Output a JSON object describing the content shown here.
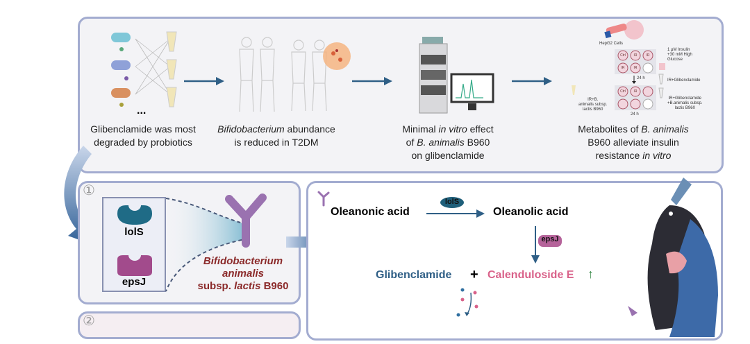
{
  "top_panel": {
    "steps": [
      {
        "line1": "Glibenclamide was most",
        "line2": "degraded by probiotics",
        "ellipsis": "..."
      },
      {
        "italic": "Bifidobacterium",
        "line1_rest": " abundance",
        "line2": "is reduced in T2DM"
      },
      {
        "line1_pre": "Minimal ",
        "italic": "in vitro",
        "line1_post": " effect",
        "line2_pre": "of ",
        "line2_italic": "B. animalis",
        "line2_post": " B960",
        "line3": "on glibenclamide"
      },
      {
        "line1_pre": "Metabolites of ",
        "italic": "B. animalis",
        "line2": "B960 alleviate insulin",
        "line3_pre": "resistance ",
        "line3_italic": "in vitro"
      }
    ],
    "assay_labels": {
      "cells": "HepG2 Cells",
      "insulin": "1 μM Insulin",
      "glucose": "+30 mM High",
      "glucose2": "Glucose",
      "time1": "24 h",
      "time2": "24 h",
      "ctrl": "Ctrl",
      "ir": "IR",
      "glib": "IR+Glibenclamide",
      "left1": "IR+B.",
      "left2": "animalis subsp.",
      "left3": "lactis B960",
      "right1": "IR+Glibenclamide",
      "right2": "+B.animalis subsp.",
      "right3": "lactis B960"
    }
  },
  "panel1": {
    "number": "①",
    "enzyme1": "lolS",
    "enzyme2": "epsJ",
    "species1": "Bifidobacterium",
    "species2": "animalis",
    "species3_pre": "subsp. ",
    "species3_italic": "lactis",
    "species3_post": " B960"
  },
  "panel2": {
    "number": "②"
  },
  "pathway": {
    "substrate": "Oleanonic acid",
    "enzyme1": "lolS",
    "product": "Oleanolic acid",
    "enzyme2": "epsJ",
    "drug": "Glibenclamide",
    "plus": "+",
    "metabolite": "Calenduloside E",
    "up_arrow": "↑"
  },
  "colors": {
    "border": "#a3acd0",
    "arrow": "#2f5f86",
    "teal": "#1f6b86",
    "magenta": "#a24b8c",
    "bacteria": "#9a72b0",
    "darkred": "#8b2a2a",
    "pink": "#d9628a",
    "green": "#3a8a4a"
  }
}
